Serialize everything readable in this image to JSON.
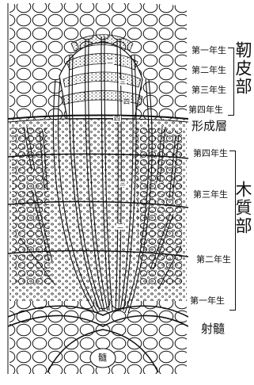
{
  "labels": {
    "bark_year_1": "第一年生",
    "bark_year_2": "第二年生",
    "bark_year_3": "第三年生",
    "bark_year_4": "第四年生",
    "bark_part": "靭皮部",
    "cambium": "形成層",
    "wood_year_4": "第四年生",
    "wood_year_3": "第三年生",
    "wood_year_2": "第二年生",
    "wood_year_1": "第一年生",
    "wood_part": "木質部",
    "ray": "射髓",
    "ray_inner": "髓"
  },
  "inner_numbers": [
    "二",
    "三",
    "四",
    "四",
    "三",
    "二"
  ],
  "ink_color": "#111111",
  "paper_color": "#ffffff"
}
